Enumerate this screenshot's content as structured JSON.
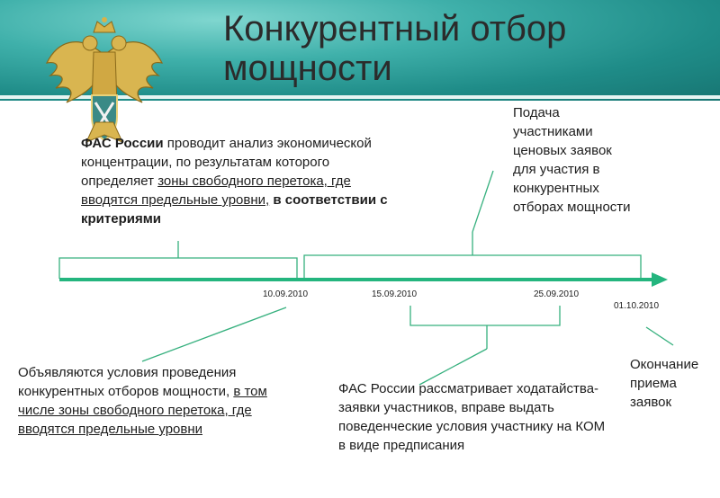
{
  "title_line1": "Конкурентный отбор",
  "title_line2": "мощности",
  "block1": {
    "bold_start": "ФАС России",
    "normal1": " проводит анализ экономической концентрации, по результатам которого определяет ",
    "underlined": "зоны свободного перетока, где вводятся предельные уровни,",
    "bold_end": " в соответствии с критериями"
  },
  "block2": {
    "line1": "Подача",
    "line2": "участниками",
    "line3": "ценовых заявок",
    "line4": "для участия в",
    "line5": "конкурентных",
    "line6": "отборах мощности"
  },
  "dates": {
    "d1": "10.09.2010",
    "d2": "15.09.2010",
    "d3": "25.09.2010",
    "d4": "01.10.2010"
  },
  "block3": {
    "normal": "Объявляются условия проведения конкурентных отборов мощности, ",
    "underlined": "в том числе зоны свободного перетока, где вводятся предельные уровни"
  },
  "block4": {
    "text": "ФАС России рассматривает ходатайства-заявки участников, вправе выдать поведенческие условия участнику на КОМ в виде предписания"
  },
  "block5": {
    "line1": "Окончание",
    "line2": "приема",
    "line3": "заявок"
  },
  "colors": {
    "teal": "#1f8c88",
    "line_green": "#24b57e",
    "bracket_green": "#36b07e"
  }
}
